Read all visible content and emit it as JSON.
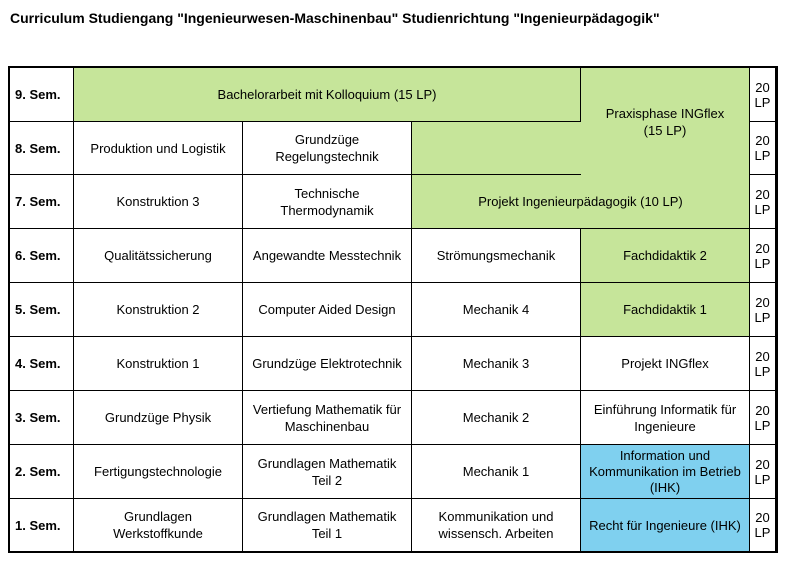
{
  "title": "Curriculum Studiengang \"Ingenieurwesen-Maschinenbau\" Studienrichtung \"Ingenieurpädagogik\"",
  "rows": [
    {
      "semester": "9. Sem.",
      "lp": "20\nLP"
    },
    {
      "semester": "8. Sem.",
      "lp": "20\nLP"
    },
    {
      "semester": "7. Sem.",
      "lp": "20\nLP"
    },
    {
      "semester": "6. Sem.",
      "lp": "20\nLP"
    },
    {
      "semester": "5. Sem.",
      "lp": "20\nLP"
    },
    {
      "semester": "4. Sem.",
      "lp": "20\nLP"
    },
    {
      "semester": "3. Sem.",
      "lp": "20\nLP"
    },
    {
      "semester": "2. Sem.",
      "lp": "20\nLP"
    },
    {
      "semester": "1. Sem.",
      "lp": "20\nLP"
    }
  ],
  "modules": {
    "s9_bachelor": "Bachelorarbeit mit Kolloquium  (15 LP)",
    "s8_9_praxis": "Praxisphase INGflex\n(15 LP)",
    "s8_1": "Produktion und Logistik",
    "s8_2": "Grundzüge\nRegelungstechnik",
    "s7_1": "Konstruktion 3",
    "s7_2": "Technische\nThermodynamik",
    "s7_projekt": "Projekt Ingenieurpädagogik (10 LP)",
    "s6_1": "Qualitätssicherung",
    "s6_2": "Angewandte Messtechnik",
    "s6_3": "Strömungsmechanik",
    "s6_4": "Fachdidaktik 2",
    "s5_1": "Konstruktion 2",
    "s5_2": "Computer Aided Design",
    "s5_3": "Mechanik 4",
    "s5_4": "Fachdidaktik 1",
    "s4_1": "Konstruktion 1",
    "s4_2": "Grundzüge Elektrotechnik",
    "s4_3": "Mechanik 3",
    "s4_4": "Projekt INGflex",
    "s3_1": "Grundzüge Physik",
    "s3_2": "Vertiefung Mathematik für\nMaschinenbau",
    "s3_3": "Mechanik 2",
    "s3_4": "Einführung Informatik für\nIngenieure",
    "s2_1": "Fertigungstechnologie",
    "s2_2": "Grundlagen Mathematik\nTeil 2",
    "s2_3": "Mechanik 1",
    "s2_4": "Information und\nKommunikation im Betrieb\n(IHK)",
    "s1_1": "Grundlagen\nWerkstoffkunde",
    "s1_2": "Grundlagen Mathematik\nTeil 1",
    "s1_3": "Kommunikation und\nwissensch. Arbeiten",
    "s1_4": "Recht für Ingenieure (IHK)"
  },
  "colors": {
    "elective_green": "#c6e59a",
    "ihk_blue": "#7fd0ef"
  }
}
